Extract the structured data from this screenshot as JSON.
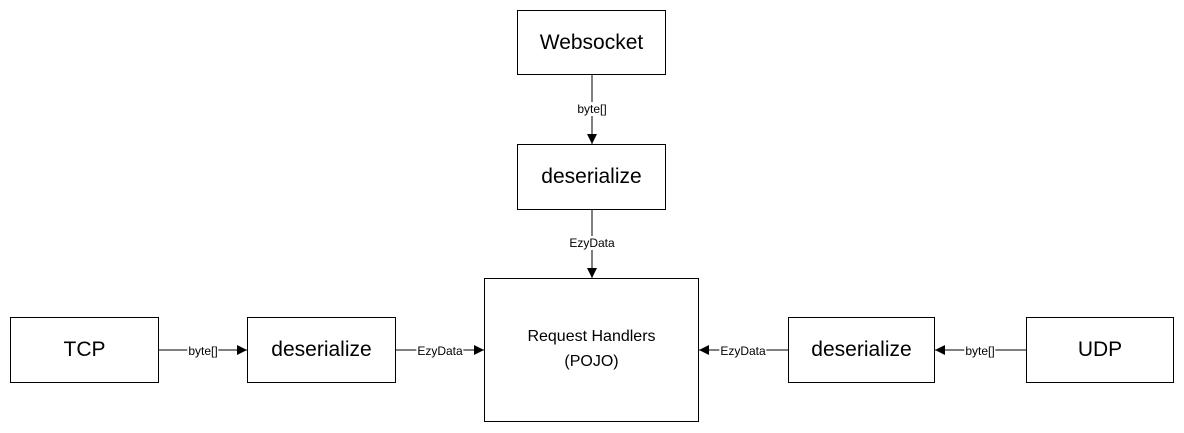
{
  "nodes": {
    "websocket": "Websocket",
    "deserialize_top": "deserialize",
    "tcp": "TCP",
    "deserialize_left": "deserialize",
    "handlers": "Request Handlers\n(POJO)",
    "deserialize_right": "deserialize",
    "udp": "UDP"
  },
  "edges": {
    "websocket_to_deserialize": "byte[]",
    "deserialize_top_to_handlers": "EzyData",
    "tcp_to_deserialize": "byte[]",
    "deserialize_left_to_handlers": "EzyData",
    "udp_to_deserialize": "byte[]",
    "deserialize_right_to_handlers": "EzyData"
  }
}
